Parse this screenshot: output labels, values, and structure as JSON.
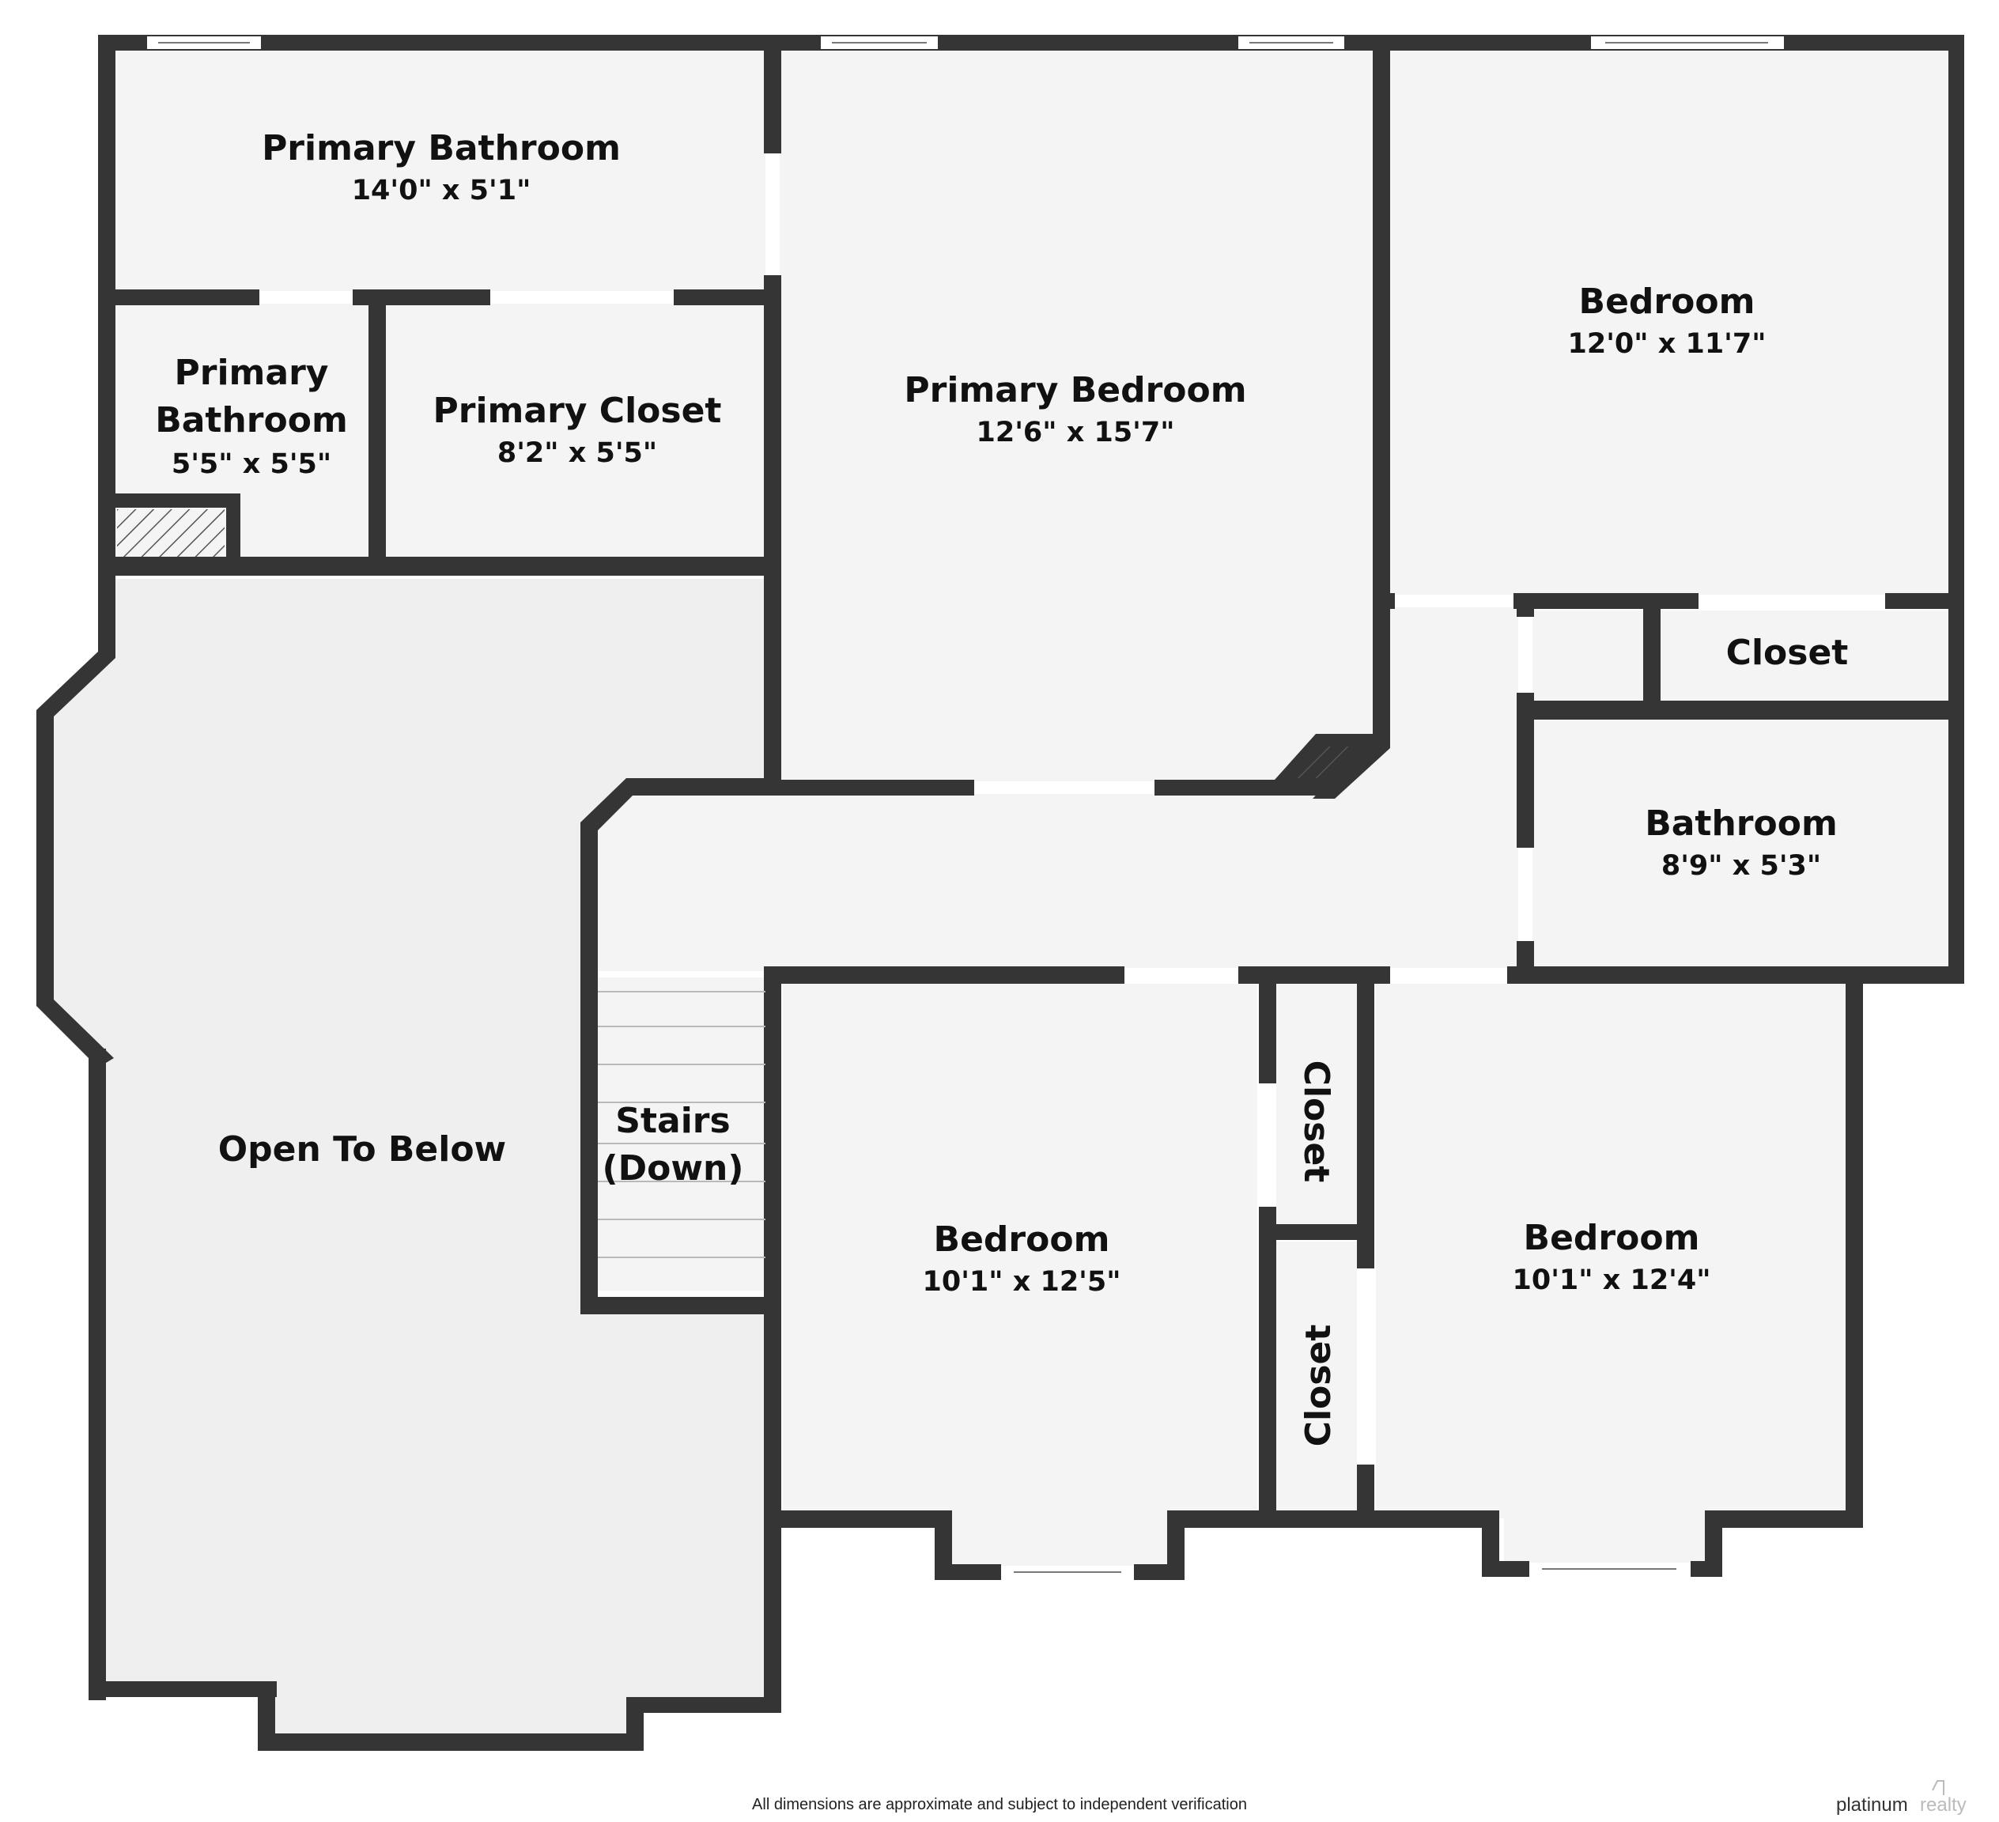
{
  "rooms": {
    "primary_bathroom_main": {
      "name": "Primary Bathroom",
      "dims": "14'0\" x 5'1\""
    },
    "primary_bathroom_small": {
      "name_line1": "Primary",
      "name_line2": "Bathroom",
      "dims": "5'5\" x 5'5\""
    },
    "primary_closet": {
      "name": "Primary Closet",
      "dims": "8'2\" x 5'5\""
    },
    "primary_bedroom": {
      "name": "Primary Bedroom",
      "dims": "12'6\" x 15'7\""
    },
    "bedroom_northeast": {
      "name": "Bedroom",
      "dims": "12'0\" x 11'7\""
    },
    "closet_east": {
      "name": "Closet"
    },
    "bathroom": {
      "name": "Bathroom",
      "dims": "8'9\" x 5'3\""
    },
    "open_to_below": {
      "name": "Open To Below"
    },
    "stairs": {
      "name_line1": "Stairs",
      "name_line2": "(Down)"
    },
    "bedroom_south_center": {
      "name": "Bedroom",
      "dims": "10'1\" x 12'5\""
    },
    "closet_upper": {
      "name": "Closet"
    },
    "closet_lower": {
      "name": "Closet"
    },
    "bedroom_south_east": {
      "name": "Bedroom",
      "dims": "10'1\" x 12'4\""
    }
  },
  "footer": {
    "disclaimer": "All dimensions are approximate and subject to independent verification",
    "brand_part1": "platinum",
    "brand_part2": "realty"
  }
}
